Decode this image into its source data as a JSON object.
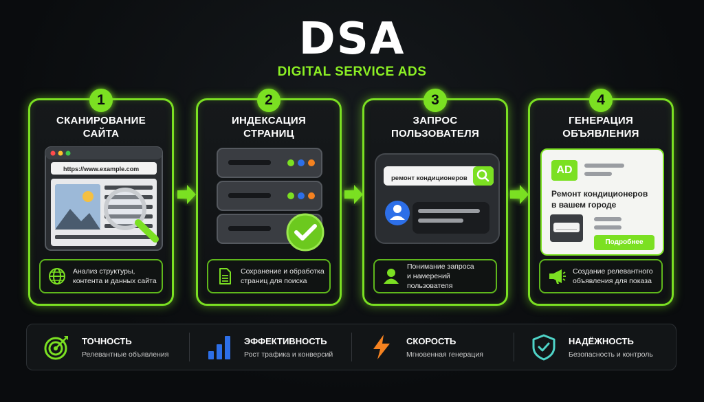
{
  "header": {
    "title": "DSA",
    "subtitle": "DIGITAL SERVICE ADS"
  },
  "colors": {
    "accent": "#7be022",
    "background": "#0d0f11",
    "bolt": "#f58220",
    "chart_blue": "#2d6fe8",
    "shield": "#4fd4c8"
  },
  "steps": [
    {
      "number": "1",
      "title_line1": "Сканирование",
      "title_line2": "сайта",
      "url": "https://www.example.com",
      "description_line1": "Анализ структуры,",
      "description_line2": "контента и данных сайта",
      "icon": "globe-icon"
    },
    {
      "number": "2",
      "title_line1": "Индексация",
      "title_line2": "страниц",
      "description_line1": "Сохранение и обработка",
      "description_line2": "страниц для поиска",
      "icon": "document-icon"
    },
    {
      "number": "3",
      "title_line1": "Запрос",
      "title_line2": "пользователя",
      "search_query": "ремонт кондиционеров",
      "description_line1": "Понимание запроса",
      "description_line2": "и намерений пользователя",
      "icon": "user-icon"
    },
    {
      "number": "4",
      "title_line1": "Генерация",
      "title_line2": "объявления",
      "ad_badge": "AD",
      "ad_text_line1": "Ремонт кондиционеров",
      "ad_text_line2": "в вашем городе",
      "ad_button": "Подробнее",
      "description_line1": "Создание релевантного",
      "description_line2": "объявления для показа",
      "icon": "megaphone-icon"
    }
  ],
  "features": [
    {
      "title": "Точность",
      "subtitle": "Релевантные объявления",
      "icon": "target-icon"
    },
    {
      "title": "Эффективность",
      "subtitle": "Рост трафика и конверсий",
      "icon": "bar-chart-icon"
    },
    {
      "title": "Скорость",
      "subtitle": "Мгновенная генерация",
      "icon": "lightning-icon"
    },
    {
      "title": "Надёжность",
      "subtitle": "Безопасность и контроль",
      "icon": "shield-icon"
    }
  ]
}
